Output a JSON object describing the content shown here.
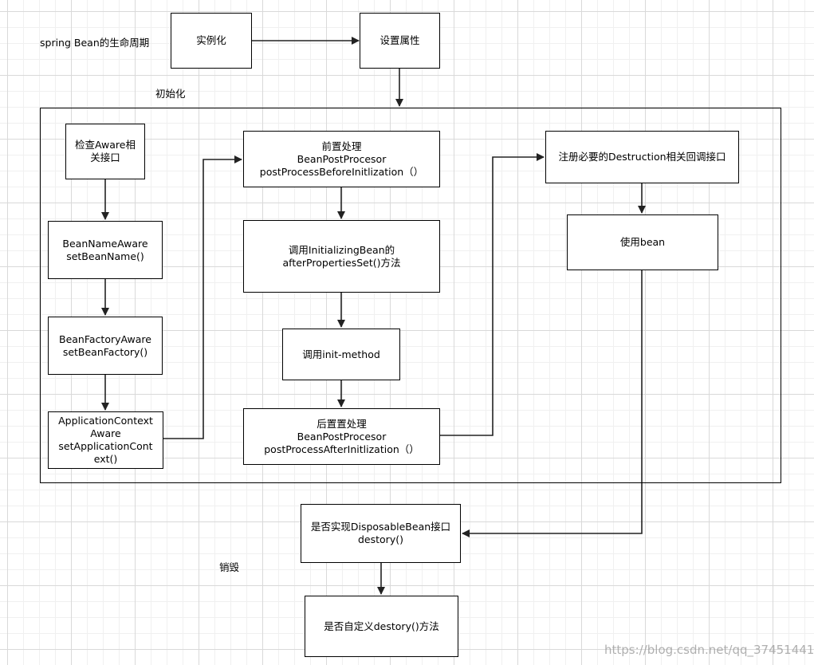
{
  "labels": {
    "title": "spring Bean的生命周期",
    "init": "初始化",
    "destroy": "销毁"
  },
  "nodes": {
    "instantiate": [
      "实例化"
    ],
    "set_props": [
      "设置属性"
    ],
    "check_aware": [
      "检查Aware相",
      "关接口"
    ],
    "bean_name_aware": [
      "BeanNameAware",
      "setBeanName()"
    ],
    "bean_factory_aware": [
      "BeanFactoryAware",
      "setBeanFactory()"
    ],
    "app_ctx_aware": [
      "ApplicationContext",
      "Aware",
      "setApplicationCont",
      "ext()"
    ],
    "pre_process": [
      "前置处理",
      "BeanPostProcesor",
      "postProcessBeforeInitlization（）"
    ],
    "after_props": [
      "调用InitializingBean的",
      "afterPropertiesSet()方法"
    ],
    "init_method": [
      "调用init-method"
    ],
    "post_process": [
      "后置置处理",
      "BeanPostProcesor",
      "postProcessAfterInitlization（）"
    ],
    "register_destruction": [
      "注册必要的Destruction相关回调接口"
    ],
    "use_bean": [
      "使用bean"
    ],
    "disposable": [
      "是否实现DisposableBean接口",
      "destory()"
    ],
    "custom_destroy": [
      "是否自定义destory()方法"
    ]
  },
  "edges": [
    {
      "from": "instantiate",
      "to": "set_props"
    },
    {
      "from": "set_props",
      "to": "init-container"
    },
    {
      "from": "check_aware",
      "to": "bean_name_aware"
    },
    {
      "from": "bean_name_aware",
      "to": "bean_factory_aware"
    },
    {
      "from": "bean_factory_aware",
      "to": "app_ctx_aware"
    },
    {
      "from": "app_ctx_aware",
      "to": "pre_process"
    },
    {
      "from": "pre_process",
      "to": "after_props"
    },
    {
      "from": "after_props",
      "to": "init_method"
    },
    {
      "from": "init_method",
      "to": "post_process"
    },
    {
      "from": "post_process",
      "to": "register_destruction"
    },
    {
      "from": "register_destruction",
      "to": "use_bean"
    },
    {
      "from": "use_bean",
      "to": "disposable"
    },
    {
      "from": "disposable",
      "to": "custom_destroy"
    }
  ],
  "watermark": "https://blog.csdn.net/qq_37451441"
}
